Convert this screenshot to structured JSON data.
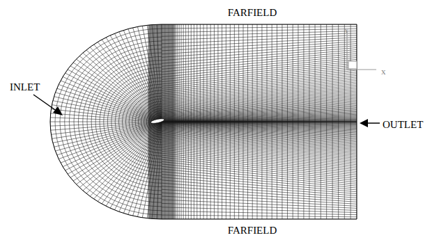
{
  "diagram": {
    "labels": [
      "FARFIELD",
      "INLET",
      "OUTLET",
      "FARFIELD",
      "Y",
      "x"
    ]
  }
}
